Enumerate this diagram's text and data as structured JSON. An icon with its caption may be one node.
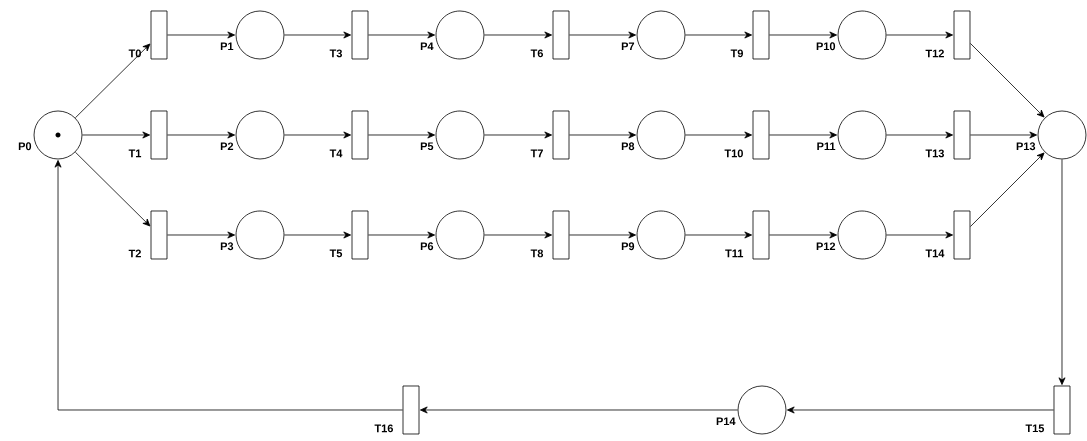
{
  "diagram": {
    "nodes": [
      {
        "text": [],
        "shape": "circle",
        "beside": [
          "P0"
        ]
      },
      {
        "text": [],
        "shape": "bar",
        "beside": [
          "T0"
        ]
      },
      {
        "text": [],
        "shape": "circle",
        "beside": [
          "P1"
        ]
      },
      {
        "text": [],
        "shape": "bar",
        "beside": [
          "T3"
        ]
      },
      {
        "text": [],
        "shape": "circle",
        "beside": [
          "P4"
        ]
      },
      {
        "text": [],
        "shape": "bar",
        "beside": [
          "T6"
        ]
      },
      {
        "text": [],
        "shape": "circle",
        "beside": [
          "P7"
        ]
      },
      {
        "text": [],
        "shape": "bar",
        "beside": [
          "T9"
        ]
      },
      {
        "text": [],
        "shape": "circle",
        "beside": [
          "P10"
        ]
      },
      {
        "text": [],
        "shape": "bar",
        "beside": [
          "T12"
        ]
      },
      {
        "text": [],
        "shape": "bar",
        "beside": [
          "T1"
        ]
      },
      {
        "text": [],
        "shape": "circle",
        "beside": [
          "P2"
        ]
      },
      {
        "text": [],
        "shape": "bar",
        "beside": [
          "T4"
        ]
      },
      {
        "text": [],
        "shape": "circle",
        "beside": [
          "P5"
        ]
      },
      {
        "text": [],
        "shape": "bar",
        "beside": [
          "T7"
        ]
      },
      {
        "text": [],
        "shape": "circle",
        "beside": [
          "P8"
        ]
      },
      {
        "text": [],
        "shape": "bar",
        "beside": [
          "T10"
        ]
      },
      {
        "text": [],
        "shape": "circle",
        "beside": [
          "P11"
        ]
      },
      {
        "text": [],
        "shape": "bar",
        "beside": [
          "T13"
        ]
      },
      {
        "text": [],
        "shape": "bar",
        "beside": [
          "T2"
        ]
      },
      {
        "text": [],
        "shape": "circle",
        "beside": [
          "P3"
        ]
      },
      {
        "text": [],
        "shape": "bar",
        "beside": [
          "T5"
        ]
      },
      {
        "text": [],
        "shape": "circle",
        "beside": [
          "P6"
        ]
      },
      {
        "text": [],
        "shape": "bar",
        "beside": [
          "T8"
        ]
      },
      {
        "text": [],
        "shape": "circle",
        "beside": [
          "P9"
        ]
      },
      {
        "text": [],
        "shape": "bar",
        "beside": [
          "T11"
        ]
      },
      {
        "text": [],
        "shape": "circle",
        "beside": [
          "P12"
        ]
      },
      {
        "text": [],
        "shape": "bar",
        "beside": [
          "T14"
        ]
      },
      {
        "text": [],
        "shape": "circle",
        "beside": [
          "P13"
        ]
      },
      {
        "text": [],
        "shape": "bar",
        "beside": [
          "T15"
        ]
      },
      {
        "text": [],
        "shape": "circle",
        "beside": [
          "P14"
        ]
      },
      {
        "text": [],
        "shape": "bar",
        "beside": [
          "T16"
        ]
      }
    ],
    "edges": [
      {
        "from": 0,
        "to": 1,
        "arrow": "to"
      },
      {
        "from": 0,
        "to": 10,
        "arrow": "to"
      },
      {
        "from": 0,
        "to": 19,
        "arrow": "to"
      },
      {
        "from": 1,
        "to": 2,
        "arrow": "to"
      },
      {
        "from": 2,
        "to": 3,
        "arrow": "to"
      },
      {
        "from": 3,
        "to": 4,
        "arrow": "to"
      },
      {
        "from": 4,
        "to": 5,
        "arrow": "to"
      },
      {
        "from": 5,
        "to": 6,
        "arrow": "to"
      },
      {
        "from": 6,
        "to": 7,
        "arrow": "to"
      },
      {
        "from": 7,
        "to": 8,
        "arrow": "to"
      },
      {
        "from": 8,
        "to": 9,
        "arrow": "to"
      },
      {
        "from": 10,
        "to": 11,
        "arrow": "to"
      },
      {
        "from": 11,
        "to": 12,
        "arrow": "to"
      },
      {
        "from": 12,
        "to": 13,
        "arrow": "to"
      },
      {
        "from": 13,
        "to": 14,
        "arrow": "to"
      },
      {
        "from": 14,
        "to": 15,
        "arrow": "to"
      },
      {
        "from": 15,
        "to": 16,
        "arrow": "to"
      },
      {
        "from": 16,
        "to": 17,
        "arrow": "to"
      },
      {
        "from": 17,
        "to": 18,
        "arrow": "to"
      },
      {
        "from": 19,
        "to": 20,
        "arrow": "to"
      },
      {
        "from": 20,
        "to": 21,
        "arrow": "to"
      },
      {
        "from": 21,
        "to": 22,
        "arrow": "to"
      },
      {
        "from": 22,
        "to": 23,
        "arrow": "to"
      },
      {
        "from": 23,
        "to": 24,
        "arrow": "to"
      },
      {
        "from": 24,
        "to": 25,
        "arrow": "to"
      },
      {
        "from": 25,
        "to": 26,
        "arrow": "to"
      },
      {
        "from": 26,
        "to": 27,
        "arrow": "to"
      },
      {
        "from": 9,
        "to": 28,
        "arrow": "to"
      },
      {
        "from": 18,
        "to": 28,
        "arrow": "to"
      },
      {
        "from": 27,
        "to": 28,
        "arrow": "to"
      },
      {
        "from": 28,
        "to": 29,
        "arrow": "to"
      },
      {
        "from": 29,
        "to": 30,
        "arrow": "to"
      },
      {
        "from": 30,
        "to": 31,
        "arrow": "to"
      },
      {
        "from": 31,
        "to": 0,
        "arrow": "to"
      }
    ]
  }
}
